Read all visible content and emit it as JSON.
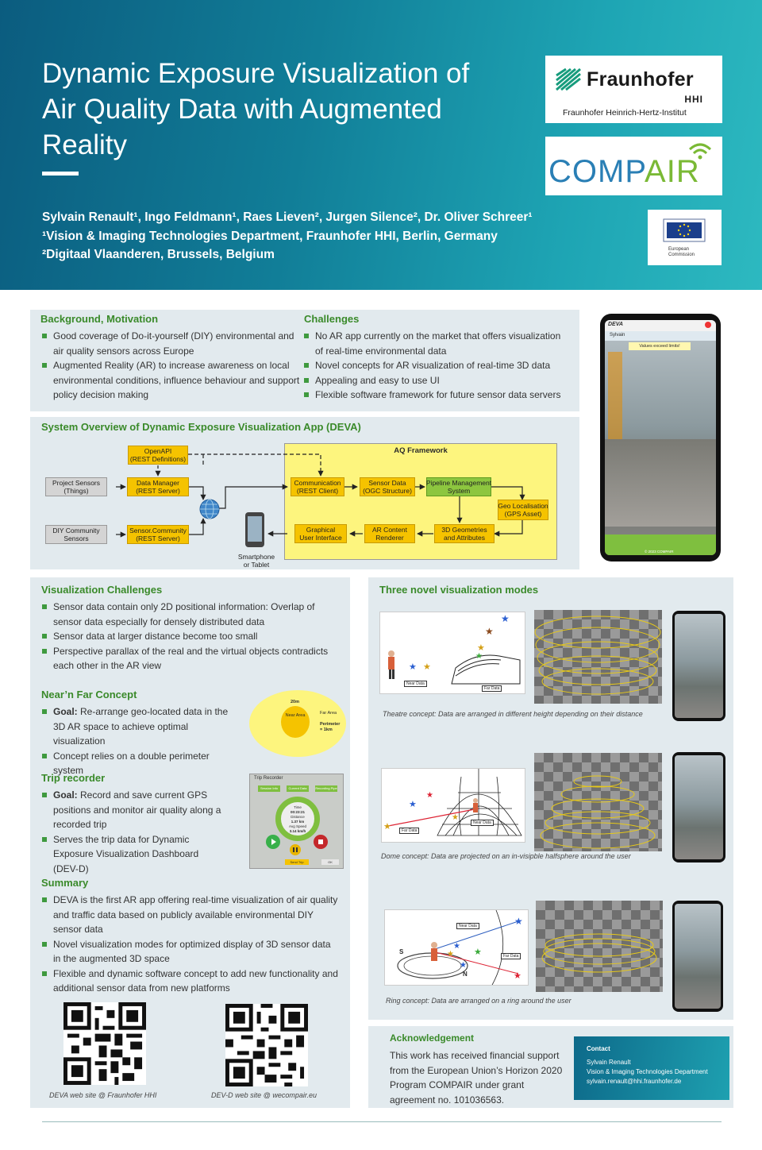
{
  "header": {
    "title_lines": [
      "Dynamic Exposure Visualization of",
      "Air Quality Data with Augmented",
      "Reality"
    ],
    "authors": "Sylvain Renault¹, Ingo Feldmann¹, Raes Lieven², Jurgen Silence², Dr. Oliver Schreer¹",
    "affiliation_1": "¹Vision & Imaging Technologies Department, Fraunhofer HHI,  Berlin, Germany",
    "affiliation_2": "²Digitaal Vlaanderen, Brussels, Belgium",
    "logos": {
      "fraunhofer": "Fraunhofer",
      "fraunhofer_sub": "HHI",
      "fraunhofer_institute": "Fraunhofer Heinrich-Hertz-Institut",
      "compair_com": "COMP",
      "compair_air": "AIR",
      "eu_label_1": "European",
      "eu_label_2": "Commission"
    }
  },
  "background": {
    "heading": "Background, Motivation",
    "items": [
      "Good coverage of Do-it-yourself (DIY) environmental and air quality sensors across Europe",
      "Augmented Reality (AR) to increase awareness on local environmental conditions, influence behaviour and support policy decision making"
    ]
  },
  "challenges": {
    "heading": "Challenges",
    "items": [
      "No AR app currently on the market that offers visualization of real-time environmental data",
      "Novel concepts for AR visualization of real-time 3D data",
      "Appealing and easy to use UI",
      "Flexible software framework for future sensor data servers"
    ]
  },
  "system": {
    "heading": "System Overview of Dynamic Exposure  Visualization App (DEVA)",
    "framework_label": "AQ Framework",
    "boxes": {
      "openapi": "OpenAPI\n(REST Definitions)",
      "project_sensors": "Project Sensors\n(Things)",
      "data_manager": "Data Manager\n(REST Server)",
      "diy_sensors": "DIY Community\nSensors",
      "sensor_community": "Sensor.Community\n(REST Server)",
      "communication": "Communication\n(REST Client)",
      "sensor_data": "Sensor Data\n(OGC Structure)",
      "pipeline": "Pipeline Management\nSystem",
      "geo": "Geo Localisation\n(GPS Asset)",
      "gui": "Graphical\nUser Interface",
      "ar_renderer": "AR Content\nRenderer",
      "geometries": "3D Geometries\nand Attributes",
      "smartphone": "Smartphone\nor Tablet"
    }
  },
  "phone_ui": {
    "app": "DEVA",
    "user": "Sylvain",
    "alert": "Values exceed limits!",
    "copyright": "© 2023 COMPAIR"
  },
  "vis_challenges": {
    "heading": "Visualization Challenges",
    "items": [
      "Sensor data contain only 2D positional information: Overlap of sensor data especially for densely distributed data",
      "Sensor data at larger distance become too small",
      "Perspective parallax of the real and the virtual objects contradicts each other in the AR view"
    ]
  },
  "near_far": {
    "heading": "Near’n Far Concept",
    "goal_label": "Goal:",
    "goal_text": " Re-arrange geo-located data in the 3D AR space to achieve optimal visualization",
    "item2": "Concept relies on a double perimeter system",
    "diagram": {
      "near_label": "Near Area",
      "far_label": "Far Area",
      "distance": "20m",
      "perimeter": "Perimeter\n= 1km"
    }
  },
  "trip": {
    "heading": "Trip recorder",
    "goal_label": "Goal:",
    "goal_text": " Record and save current GPS positions and monitor air quality along a recorded trip",
    "item2": "Serves the trip data for Dynamic Exposure Visualization Dashboard (DEV-D)",
    "widget": {
      "title": "Trip Recorder",
      "tabs": [
        "Session Info",
        "Current Data",
        "Recording Pipe"
      ],
      "label_time": "Time",
      "time": "00:23:21",
      "label_distance": "Distance",
      "distance": "1.37 km",
      "label_speed": "Avg Speed",
      "speed": "3.14 km/h",
      "send": "Send Trip",
      "ok": "OK"
    }
  },
  "summary": {
    "heading": "Summary",
    "items": [
      "DEVA is the first AR app offering real-time visualization of air quality and traffic data based on publicly available environmental DIY sensor data",
      "Novel visualization modes for optimized display of 3D sensor data in the augmented 3D space",
      "Flexible and dynamic software concept to add new functionality and additional sensor data from new platforms"
    ]
  },
  "qr": {
    "deva_caption": "DEVA web site @ Fraunhofer HHI",
    "devd_caption": "DEV-D web site @ wecompair.eu"
  },
  "modes": {
    "heading": "Three novel visualization modes",
    "theatre": {
      "caption": "Theatre concept: Data are arranged in different height depending on their distance",
      "near": "Near Data",
      "far": "Far Data"
    },
    "dome": {
      "caption": "Dome concept: Data are projected on an in-visipble halfsphere around the user",
      "near": "Near Data",
      "far": "Far Data"
    },
    "ring": {
      "caption": "Ring concept: Data are arranged on a ring around the user",
      "near": "Near Data",
      "far": "Far Data",
      "north": "N",
      "south": "S"
    }
  },
  "ack": {
    "heading": "Acknowledgement",
    "text": "This work has received financial support from the European Union’s Horizon 2020 Program COMPAIR under grant agreement no. 101036563."
  },
  "contact": {
    "heading": "Contact",
    "name": "Sylvain Renault",
    "dept": "Vision & Imaging Technologies Department",
    "email": "sylvain.renault@hhi.fraunhofer.de"
  },
  "colors": {
    "header_start": "#0b5c7f",
    "header_end": "#2db9c0",
    "heading_green": "#3a8a2a",
    "panel_bg": "#e2eaee",
    "box_yellow": "#f5c300",
    "box_green": "#8dc63f",
    "framework_bg": "#fdf57e"
  }
}
